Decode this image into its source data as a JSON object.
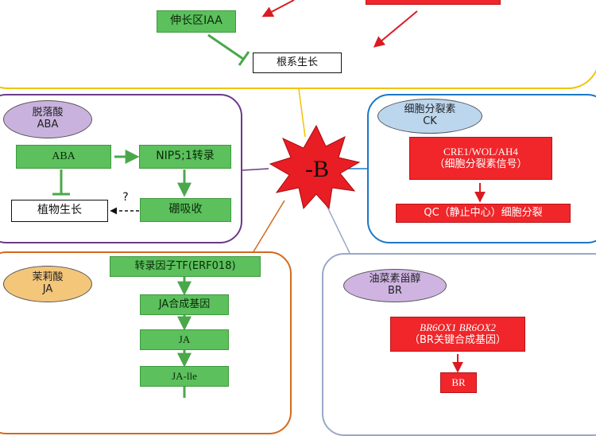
{
  "colors": {
    "top_panel_border": "#f2c200",
    "aba_panel_border": "#6a3b87",
    "ck_panel_border": "#1b78c7",
    "ja_panel_border": "#d26a1f",
    "br_panel_border": "#9aa8c8",
    "green_box": "#5cc05c",
    "red_box": "#f0262a",
    "center_star": "#e91d24",
    "aba_oval": "#c9b3de",
    "ck_oval": "#bcd6ee",
    "ja_oval": "#f3c67a",
    "br_oval": "#cfb4e2"
  },
  "center": {
    "label": "-B"
  },
  "top": {
    "iaa": "伸长区IAA",
    "root_growth": "根系生长"
  },
  "aba": {
    "oval_name": "脱落酸",
    "oval_abbr": "ABA",
    "aba_box": "ABA",
    "nip_box": "NIP5;1转录",
    "plant_growth": "植物生长",
    "boron_uptake": "硼吸收",
    "question": "?"
  },
  "ck": {
    "oval_name": "细胞分裂素",
    "oval_abbr": "CK",
    "cre_line1": "CRE1/WOL/AH4",
    "cre_line2": "（细胞分裂素信号）",
    "qc_box": "QC（静止中心）细胞分裂"
  },
  "ja": {
    "oval_name": "茉莉酸",
    "oval_abbr": "JA",
    "tf_box": "转录因子TF(ERF018)",
    "synth_box": "JA合成基因",
    "ja_box": "JA",
    "jaile_box": "JA-lle"
  },
  "br": {
    "oval_name": "油菜素甾醇",
    "oval_abbr": "BR",
    "gene_line1": "BR6OX1 BR6OX2",
    "gene_line2": "（BR关键合成基因）",
    "br_box": "BR"
  }
}
